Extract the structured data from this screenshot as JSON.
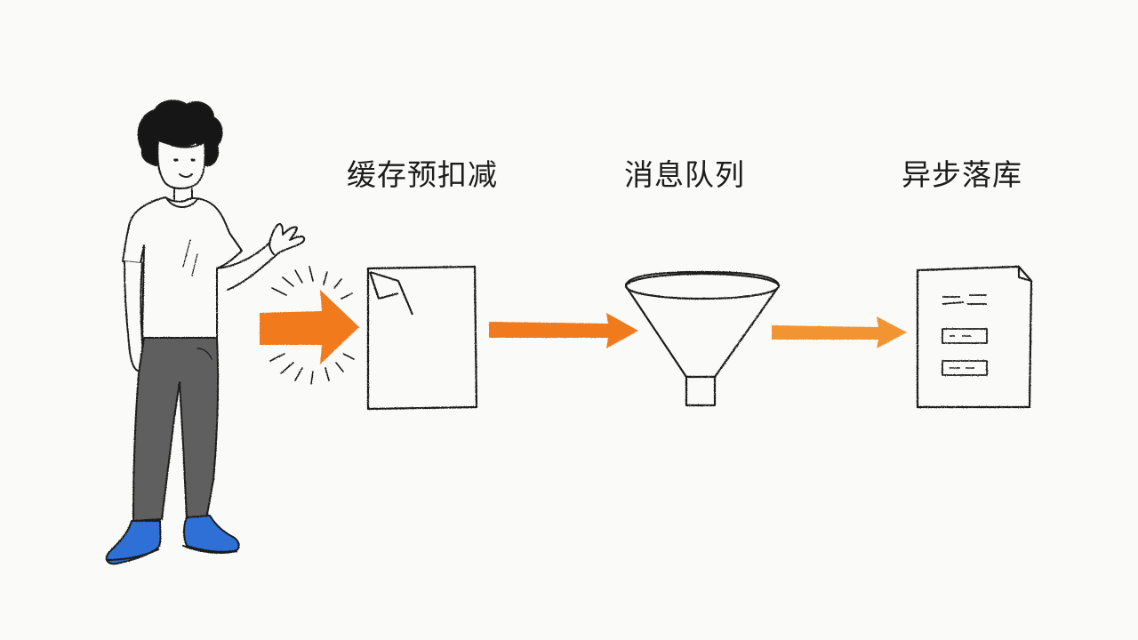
{
  "steps": [
    {
      "label": "缓存预扣减",
      "icon": "document-icon"
    },
    {
      "label": "消息队列",
      "icon": "funnel-icon"
    },
    {
      "label": "异步落库",
      "icon": "database-form-icon"
    }
  ],
  "figure": "person-presenting",
  "colors": {
    "arrow": "#f07a1e",
    "ink": "#1c1c1c",
    "pants": "#5e5e5e",
    "shoes": "#2f6fd6",
    "background": "#fafaf9"
  }
}
